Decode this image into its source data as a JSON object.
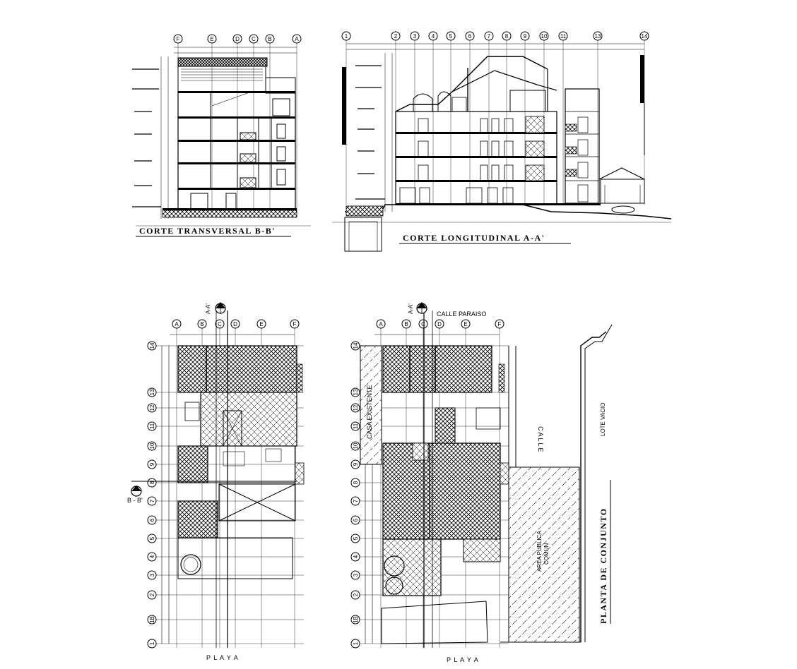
{
  "sections": {
    "transversal": {
      "title": "CORTE TRANSVERSAL B-B'",
      "axis_labels": [
        "F",
        "E",
        "D",
        "C",
        "B",
        "A"
      ]
    },
    "longitudinal": {
      "title": "CORTE LONGITUDINAL A-A'",
      "axis_labels": [
        "1",
        "2",
        "3",
        "4",
        "5",
        "6",
        "7",
        "8",
        "9",
        "10",
        "11",
        "13",
        "14"
      ]
    }
  },
  "plans": {
    "left": {
      "cols": [
        "A",
        "B",
        "C",
        "D",
        "E",
        "F"
      ],
      "rows": [
        "14",
        "13",
        "12",
        "11",
        "10",
        "9",
        "8",
        "7",
        "6",
        "5",
        "4",
        "3",
        "2",
        "1B",
        "1"
      ],
      "section_mark_top": "A-A'",
      "section_mark_side": "B - B'",
      "bottom_label": "P L A Y A"
    },
    "right": {
      "cols": [
        "A",
        "B",
        "C",
        "D",
        "E",
        "F"
      ],
      "rows": [
        "14",
        "13",
        "12",
        "11",
        "10",
        "9",
        "8",
        "7",
        "6",
        "5",
        "4",
        "3",
        "2",
        "1B",
        "1"
      ],
      "section_mark_top": "A-A'",
      "street_top": "CALLE PARAISO",
      "existing_house": "CASA EXISTENTE",
      "street_side": "CALLE",
      "empty_lot": "LOTE VACIO",
      "common_area": "AREA PUBLICA COMUN",
      "bottom_label": "P L A Y A"
    }
  },
  "site_plan_title": "PLANTA DE CONJUNTO",
  "colors": {
    "ink": "#000000",
    "paper": "#ffffff"
  }
}
